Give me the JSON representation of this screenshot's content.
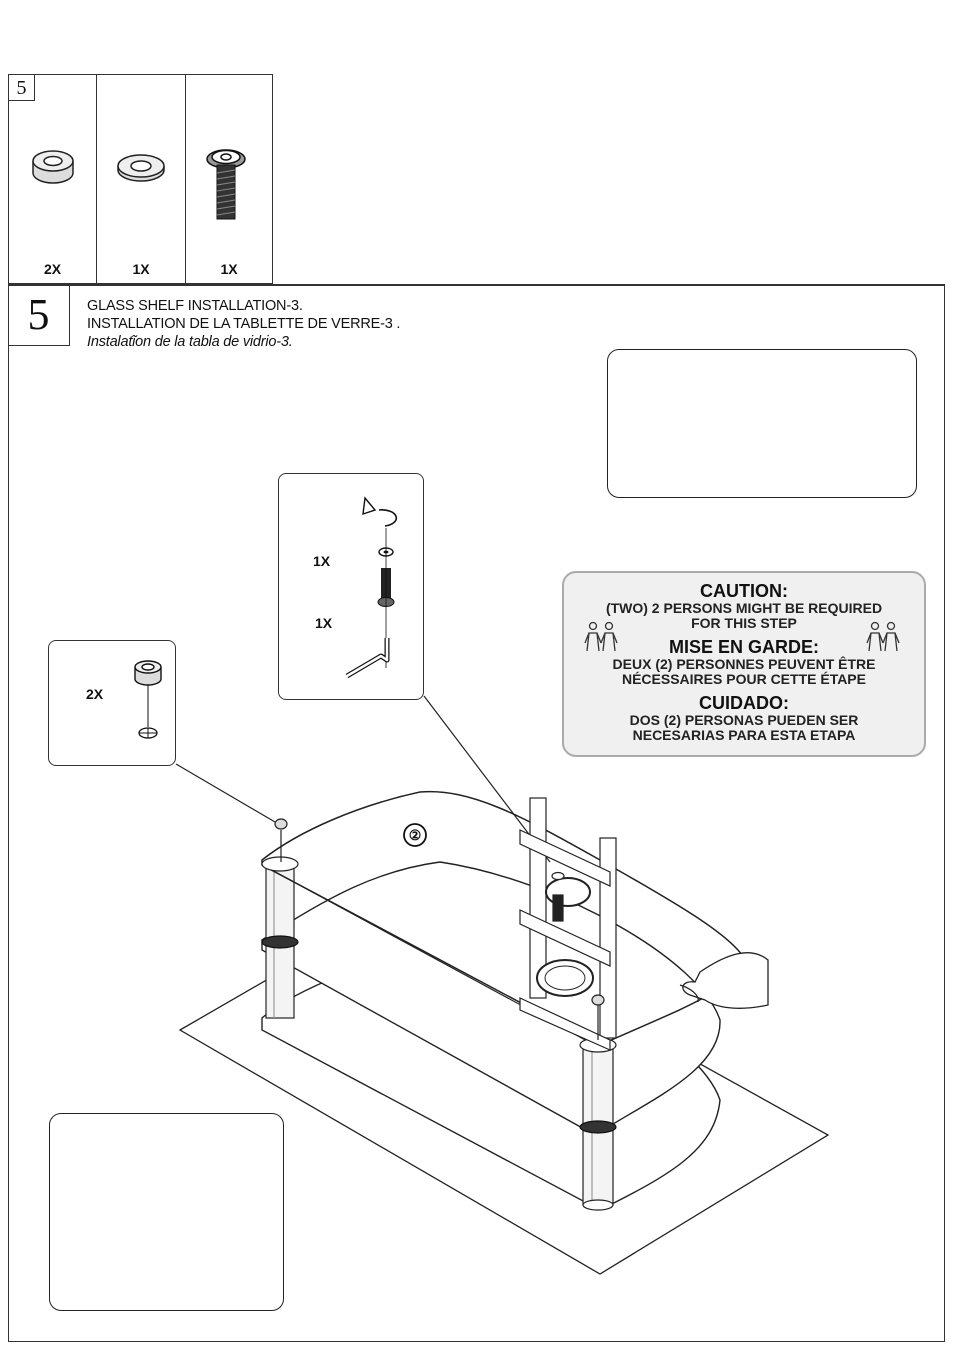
{
  "parts_table": {
    "step_number": "5",
    "parts": [
      {
        "icon": "spacer-ring-icon",
        "quantity": "2X"
      },
      {
        "icon": "washer-icon",
        "quantity": "1X"
      },
      {
        "icon": "hex-bolt-icon",
        "quantity": "1X"
      }
    ]
  },
  "step": {
    "number": "5",
    "title_en": "GLASS SHELF INSTALLATION-3.",
    "title_fr": "INSTALLATION DE LA TABLETTE DE VERRE-3 .",
    "title_es": "Instalatĩon de la tabla de vidrio-3."
  },
  "caution": {
    "heading_en": "CAUTION:",
    "text_en_1": "(TWO) 2 PERSONS MIGHT BE REQUIRED",
    "text_en_2": "FOR THIS STEP",
    "heading_fr": "MISE EN GARDE:",
    "text_fr_1": "DEUX (2) PERSONNES PEUVENT ÊTRE",
    "text_fr_2": "NÉCESSAIRES POUR CETTE ÉTAPE",
    "heading_es": "CUIDADO:",
    "text_es_1": "DOS (2) PERSONAS PUEDEN SER",
    "text_es_2": "NECESARIAS PARA ESTA ETAPA"
  },
  "detail_bolt": {
    "washer_qty": "1X",
    "wrench_qty": "1X"
  },
  "detail_spacer": {
    "spacer_qty": "2X"
  },
  "shelf_marker": "②"
}
